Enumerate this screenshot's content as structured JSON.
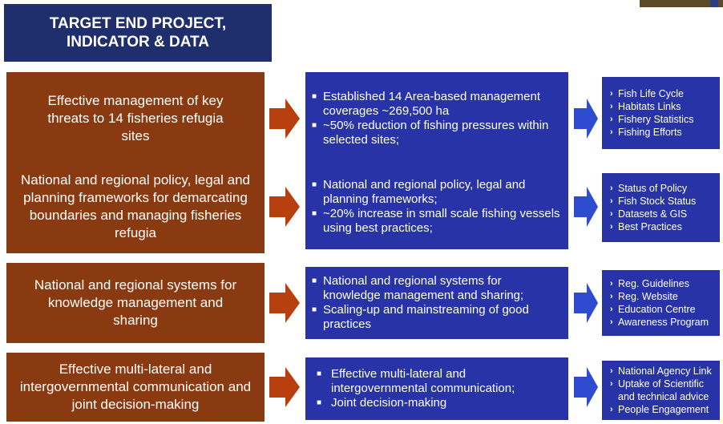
{
  "title": {
    "line1": "TARGET END PROJECT,",
    "line2": "INDICATOR & DATA"
  },
  "rows": [
    {
      "left": "Effective management of key threats to 14 fisheries refugia sites",
      "middle": [
        "Established 14 Area-based management coverages ~269,500 ha",
        "~50% reduction of fishing pressures within selected sites;"
      ],
      "right": [
        "Fish Life Cycle",
        "Habitats Links",
        "Fishery Statistics",
        "Fishing Efforts"
      ]
    },
    {
      "left": "National and regional policy, legal and planning frameworks for demarcating boundaries and managing fisheries refugia",
      "middle": [
        "National and regional policy, legal and planning frameworks;",
        "~20% increase in small scale fishing vessels using best practices;"
      ],
      "right": [
        "Status of Policy",
        "Fish Stock Status",
        "Datasets & GIS",
        "Best Practices"
      ]
    },
    {
      "left": "National and regional systems for knowledge management and sharing",
      "middle": [
        "National and regional systems for knowledge management and sharing;",
        "Scaling-up and mainstreaming of good practices"
      ],
      "right": [
        "Reg. Guidelines",
        "Reg. Website",
        "Education Centre",
        "Awareness Program"
      ]
    },
    {
      "left": "Effective multi-lateral and intergovernmental communication and joint decision-making",
      "middle": [
        "Effective multi-lateral and intergovernmental communication;",
        "Joint decision-making"
      ],
      "right": [
        "National Agency Link",
        "Uptake of Scientific",
        "and technical advice",
        "People Engagement"
      ]
    }
  ],
  "colors": {
    "title_bg": "#1f2f6e",
    "left_bg": "#8a3a10",
    "blue_bg": "#2733a6",
    "arrow1": "#b8400e",
    "arrow2": "#2f4bd0"
  }
}
